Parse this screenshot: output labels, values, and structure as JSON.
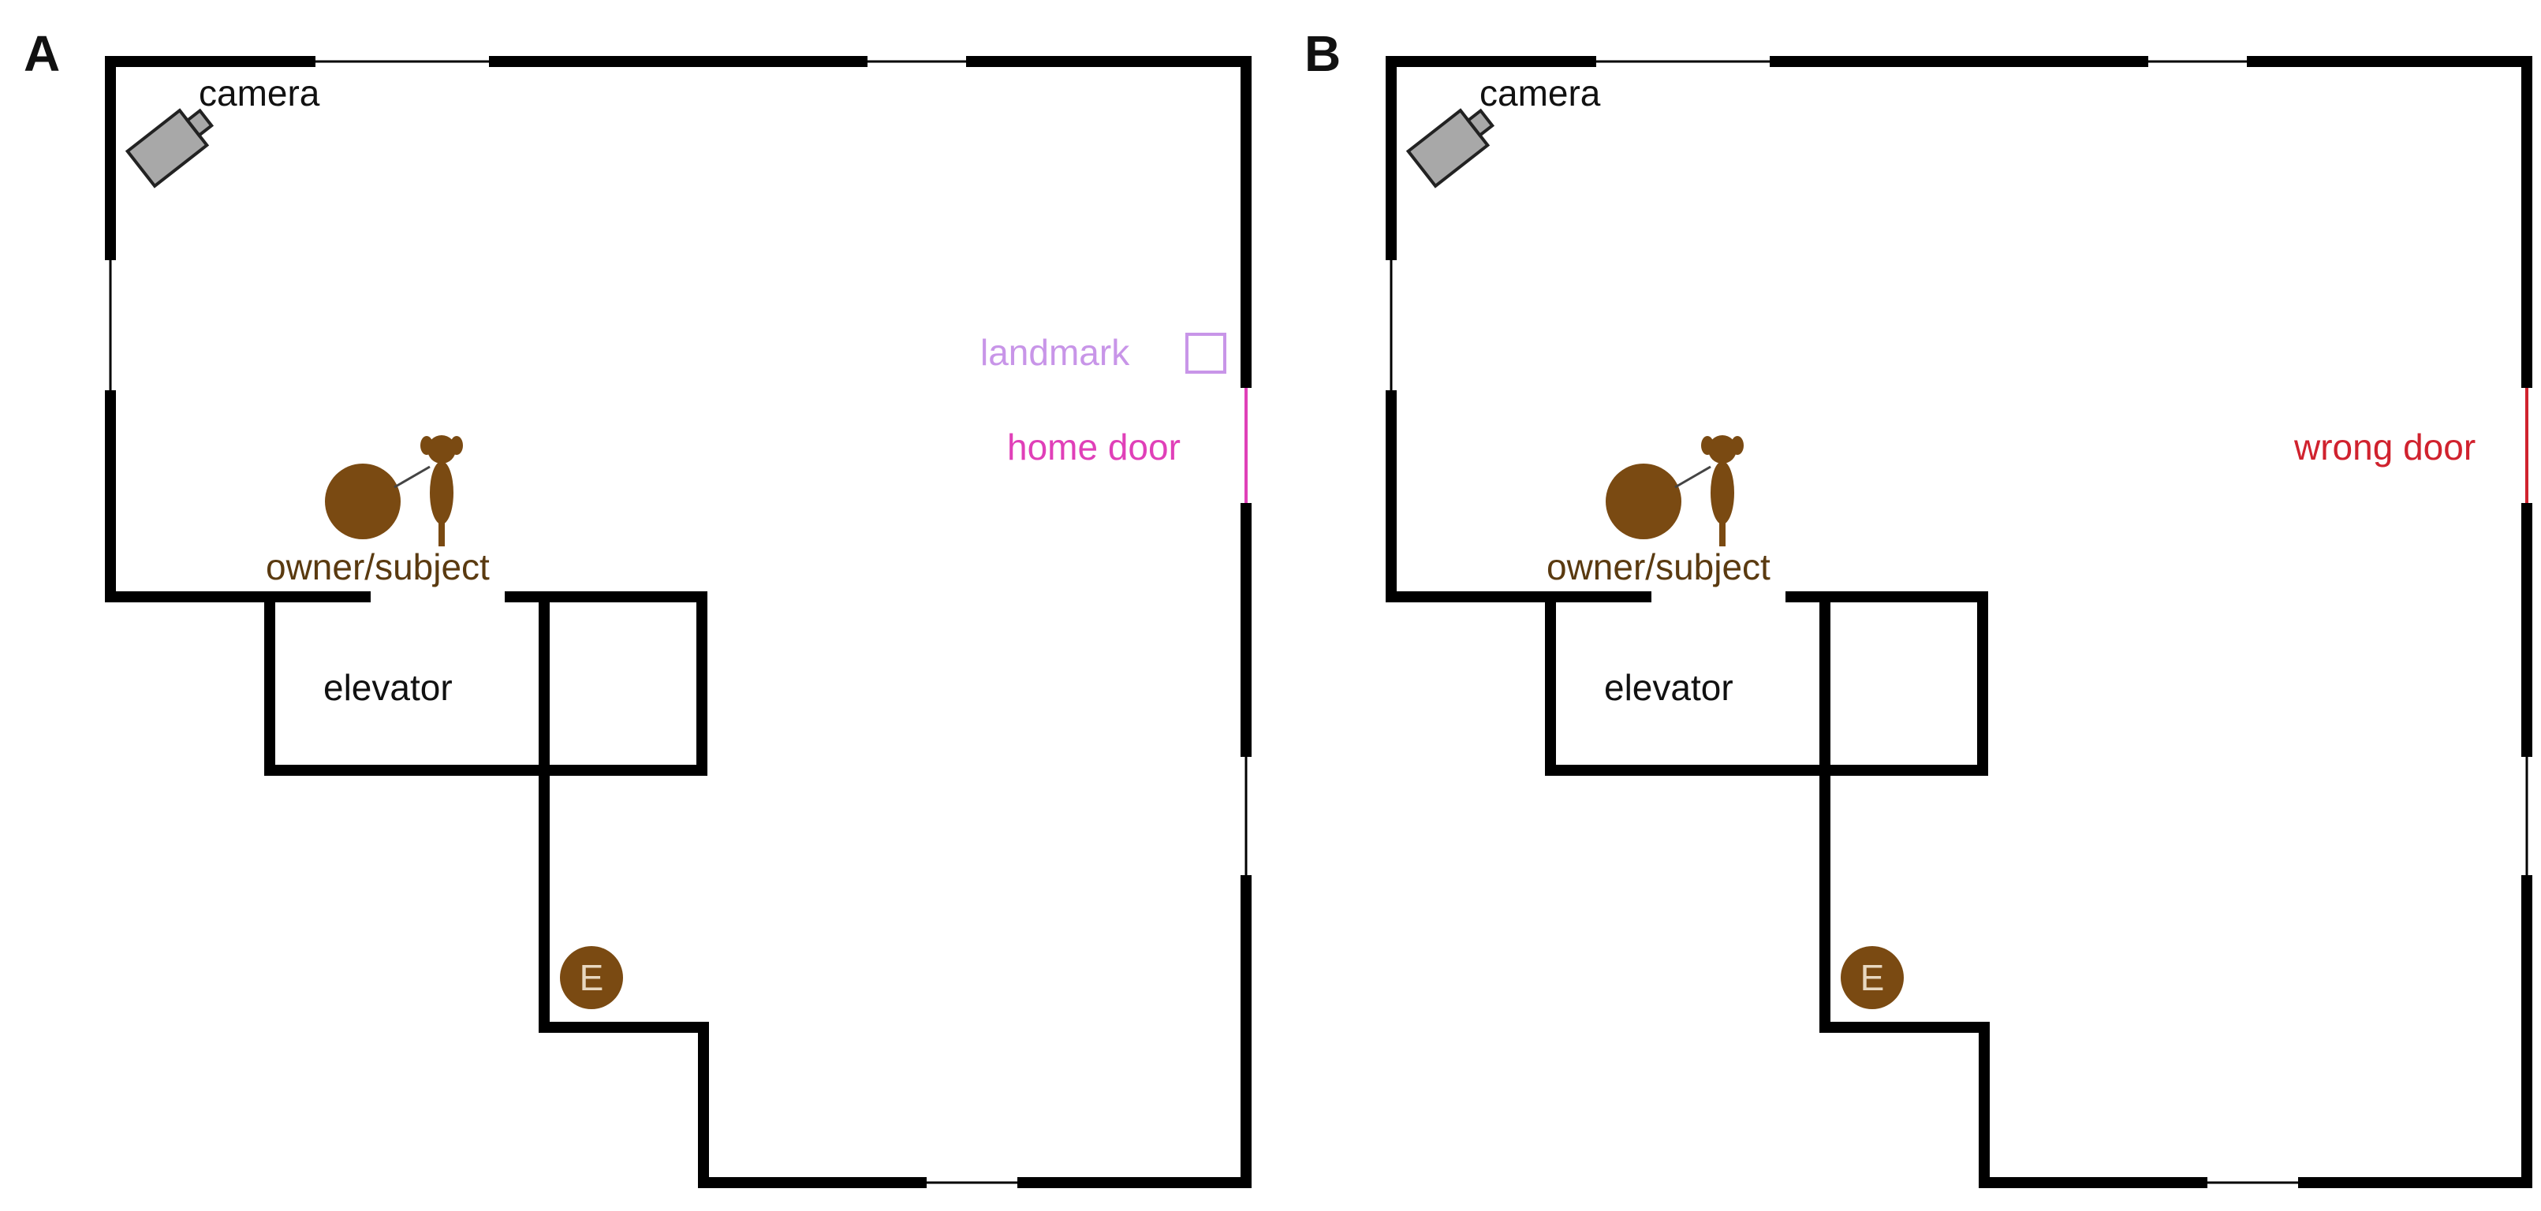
{
  "panels": [
    {
      "letter": "A",
      "camera_label": "camera",
      "owner_label": "owner/subject",
      "elevator_label": "elevator",
      "experimenter_label": "E",
      "landmark_label": "landmark",
      "door_label": "home door",
      "door_color": "#e040b8",
      "landmark_color": "#c895e8",
      "show_landmark": true
    },
    {
      "letter": "B",
      "camera_label": "camera",
      "owner_label": "owner/subject",
      "elevator_label": "elevator",
      "experimenter_label": "E",
      "door_label": "wrong door",
      "door_color": "#d0222e",
      "show_landmark": false
    }
  ],
  "colors": {
    "wall": "#000000",
    "figure_brown": "#7a4a12",
    "label_brown": "#5a3a10",
    "camera_fill": "#a8a8a8",
    "experimenter_text": "#e8d8c0"
  },
  "icons": [
    "camera-icon",
    "owner-icon",
    "dog-icon",
    "leash-icon",
    "experimenter-icon",
    "landmark-icon"
  ]
}
